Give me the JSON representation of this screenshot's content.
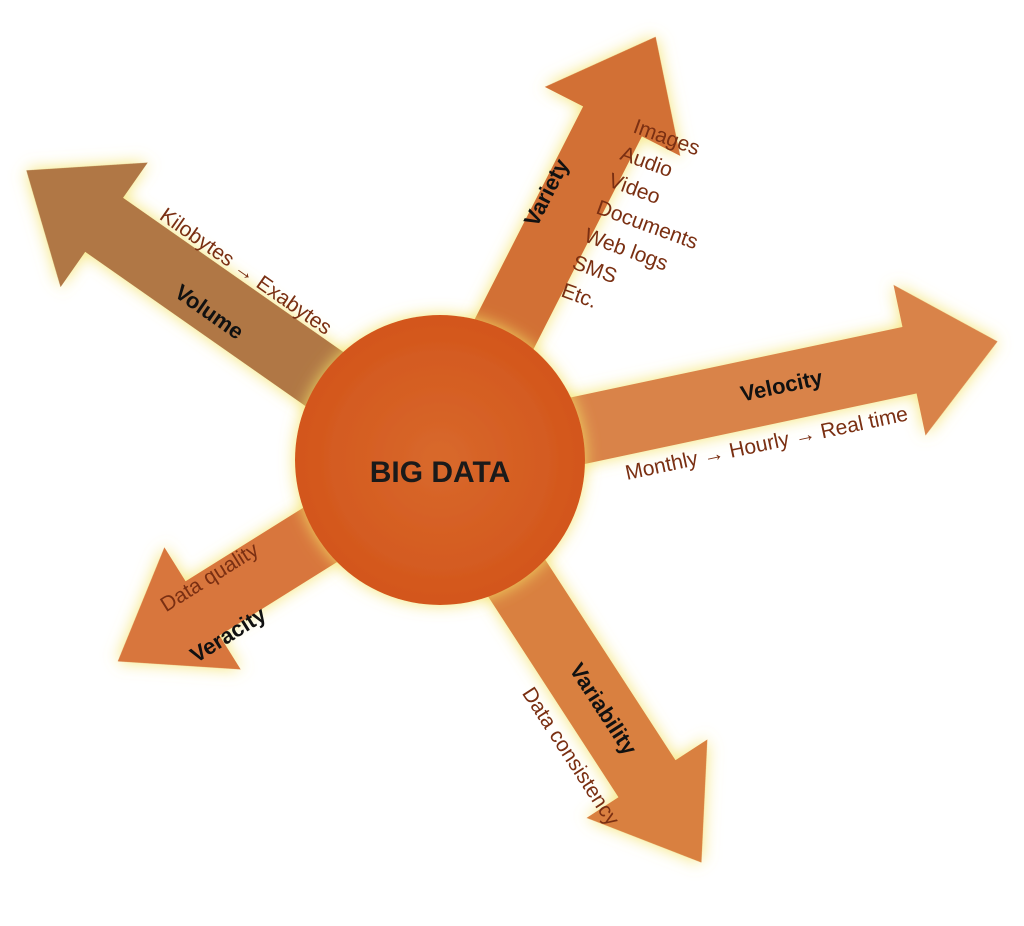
{
  "center": {
    "label": "BIG DATA"
  },
  "arrows": {
    "volume": {
      "label": "Volume",
      "description": "Kilobytes → Exabytes",
      "color": "#b07745"
    },
    "variety": {
      "label": "Variety",
      "items": [
        "Images",
        "Audio",
        "Video",
        "Documents",
        "Web logs",
        "SMS",
        "Etc."
      ],
      "color": "#d26f36"
    },
    "velocity": {
      "label": "Velocity",
      "description": "Monthly → Hourly → Real time",
      "color": "#d9834a"
    },
    "veracity": {
      "label": "Veracity",
      "description": "Data quality",
      "color": "#d8763d"
    },
    "variability": {
      "label": "Variability",
      "description": "Data consistency",
      "color": "#d9803f"
    }
  },
  "colors": {
    "center_fill": "#d55f22",
    "glow": "#f4e266",
    "text_dark": "#111111",
    "text_desc": "#7a2f12"
  }
}
